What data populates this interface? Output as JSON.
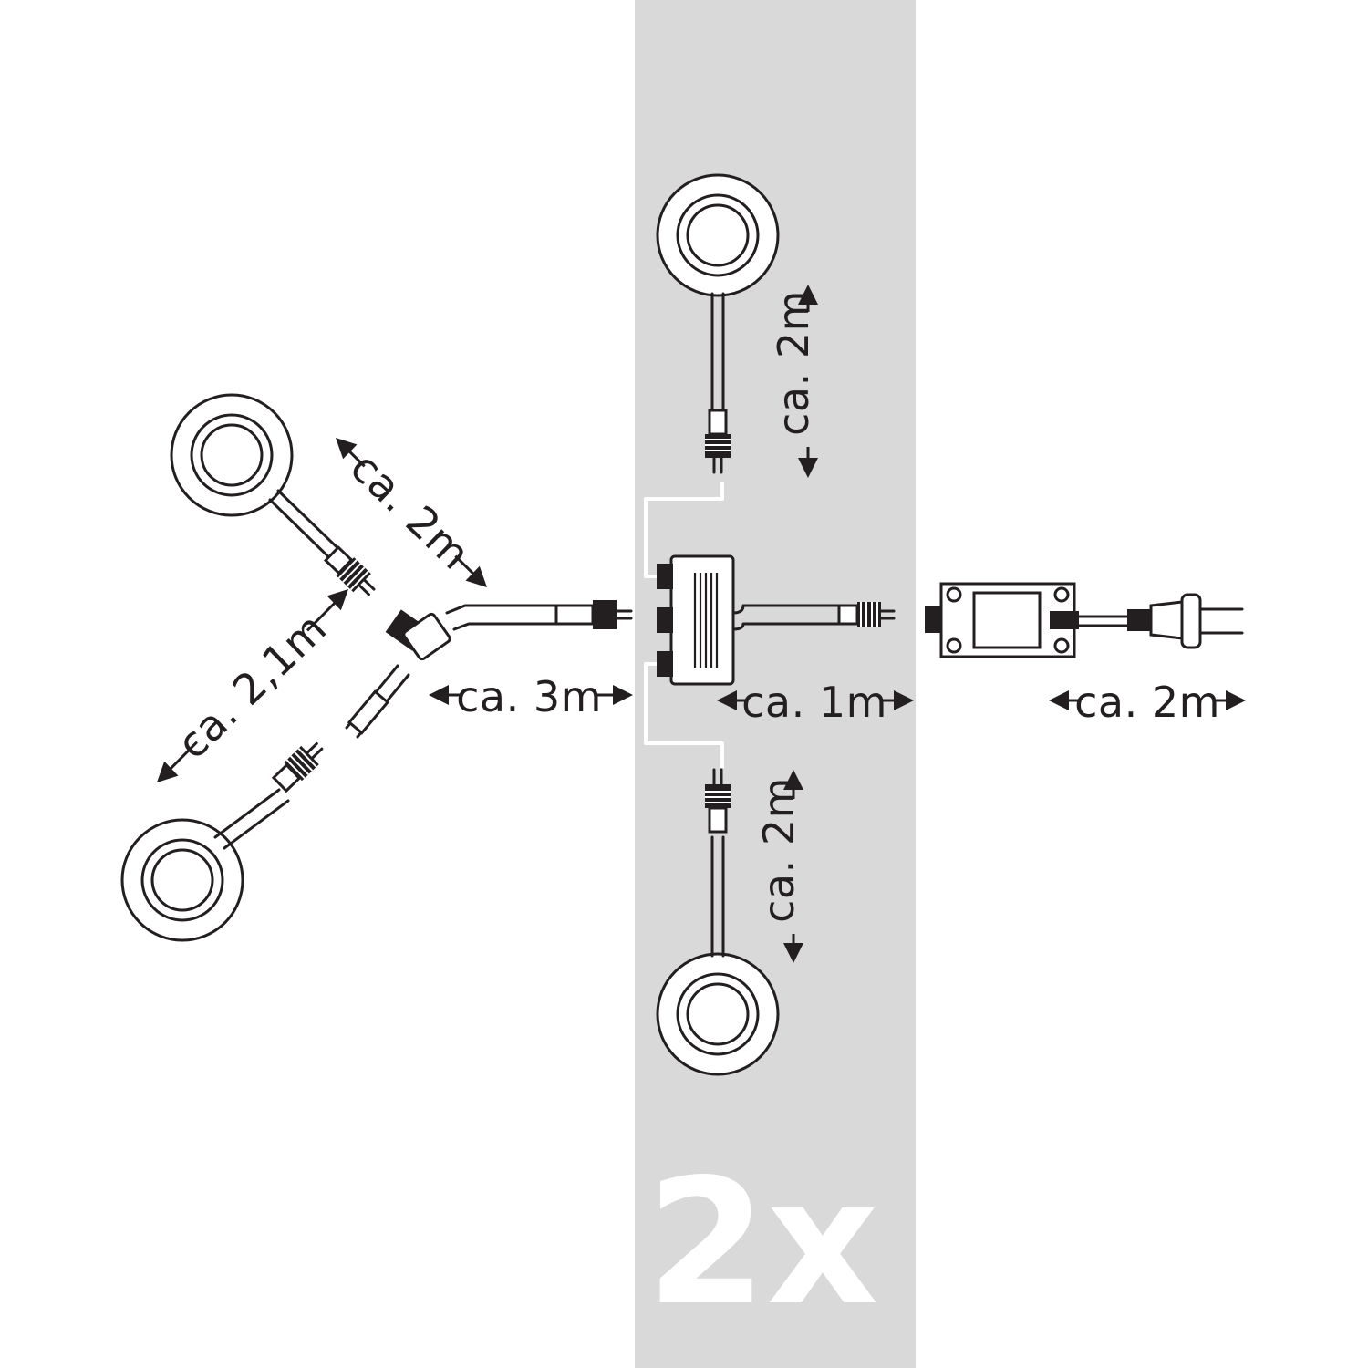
{
  "colors": {
    "background": "#ffffff",
    "band": "#d9d9d9",
    "line": "#231f20",
    "multiplier_text": "#ffffff"
  },
  "multiplier": "2x",
  "dimensions": {
    "left_upper_cable": "ca. 2m",
    "left_lower_cable": "ca. 2,1m",
    "main_cable": "ca. 3m",
    "distributor_to_transformer": "ca. 1m",
    "power_cord": "ca. 2m",
    "top_light_cable": "ca. 2m",
    "bottom_light_cable": "ca. 2m"
  },
  "components": {
    "lights": [
      "spot-light-upper-left",
      "spot-light-lower-left",
      "spot-light-top",
      "spot-light-bottom"
    ],
    "distributor_outputs": 3,
    "transformer": "transformer-box",
    "plug": "mains-plug-icon"
  }
}
